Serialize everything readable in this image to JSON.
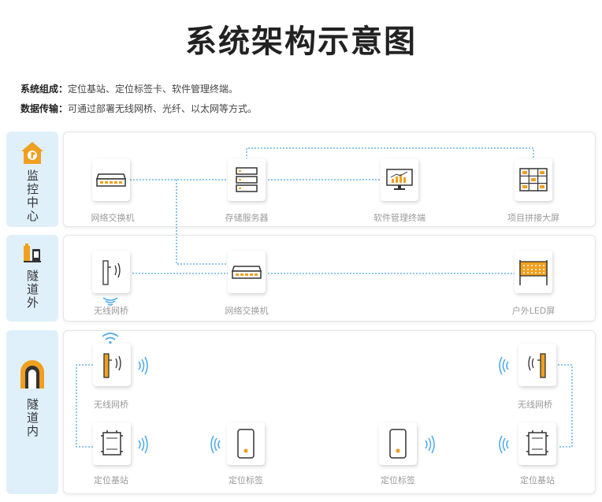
{
  "title": "系统架构示意图",
  "system": {
    "label": "系统组成：",
    "text": "定位基站、定位标签卡、软件管理终端。"
  },
  "transfer": {
    "label": "数据传输：",
    "text": "可通过部署无线网桥、光纤、以太网等方式。"
  },
  "sections": {
    "monitor": {
      "label": "监控中心"
    },
    "outside": {
      "label": "隧道外"
    },
    "inside": {
      "label": "隧道内"
    }
  },
  "devices": {
    "monitor_switch": "网络交换机",
    "storage_server": "存储服务器",
    "software_terminal": "软件管理终端",
    "splice_screen": "项目拼接大屏",
    "outside_bridge": "无线网桥",
    "outside_switch": "网络交换机",
    "led_screen": "户外LED屏",
    "inside_bridge_left": "无线网桥",
    "inside_bridge_right": "无线网桥",
    "base_station_left": "定位基站",
    "tag_left": "定位标签",
    "tag_right": "定位标签",
    "base_station_right": "定位基站"
  },
  "colors": {
    "accent": "#f0a020",
    "line": "#4aa8e8",
    "side_bg": "#dff0fa"
  }
}
